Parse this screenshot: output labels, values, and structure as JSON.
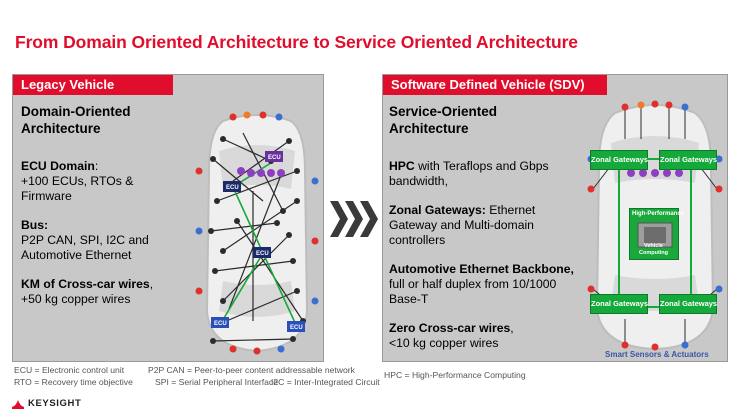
{
  "title": "From Domain Oriented Architecture to Service Oriented Architecture",
  "left_panel": {
    "tab": "Legacy Vehicle",
    "heading_line1": "Domain-Oriented",
    "heading_line2": "Architecture",
    "ecu_bold": "ECU Domain",
    "ecu_rest": ":",
    "ecu_line2": "+100 ECUs, RTOs &",
    "ecu_line3": "Firmware",
    "bus_bold": "Bus:",
    "bus_line2": "P2P CAN, SPI, I2C and",
    "bus_line3": "Automotive Ethernet",
    "km_bold": "KM of Cross-car wires",
    "km_rest": ",",
    "km_line2": "+50 kg copper wires",
    "ecu_labels": [
      "ECU",
      "ECU",
      "ECU",
      "ECU",
      "ECU"
    ]
  },
  "right_panel": {
    "tab": "Software Defined Vehicle (SDV)",
    "heading_line1": "Service-Oriented",
    "heading_line2": "Architecture",
    "hpc_bold": "HPC",
    "hpc_rest": " with Teraflops and Gbps",
    "hpc_line2": "bandwidth,",
    "zg_bold": "Zonal Gateways:",
    "zg_rest": " Ethernet",
    "zg_line2": "Gateway and Multi-domain",
    "zg_line3": "controllers",
    "ae_bold": "Automotive Ethernet Backbone,",
    "ae_line2": "full or half duplex from 10/1000",
    "ae_line3": "Base-T",
    "zc_bold": "Zero Cross-car wires",
    "zc_rest": ",",
    "zc_line2": "<10 kg copper wires",
    "gateways": [
      "Zonal Gateways",
      "Zonal Gateways",
      "Zonal Gateways",
      "Zonal Gateways"
    ],
    "hpc_box_title": "High-Performance",
    "hpc_box_sub1": "Vehicle",
    "hpc_box_sub2": "Computing",
    "sensors_label": "Smart Sensors & Actuators"
  },
  "footnotes": {
    "ecu": "ECU = Electronic control unit",
    "p2p": "P2P CAN = Peer-to-peer content addressable network",
    "rto": "RTO = Recovery time objective",
    "spi": "SPI = Serial Peripheral Interface",
    "i2c": "I2C = Inter-Integrated Circuit",
    "hpc": "HPC = High-Performance Computing"
  },
  "brand": {
    "name": "KEYSIGHT",
    "icon": "keysight-logo-icon",
    "accent": "#e00d2c",
    "gateway_green": "#15a83a",
    "ecu_blue": "#1b2a6b"
  }
}
